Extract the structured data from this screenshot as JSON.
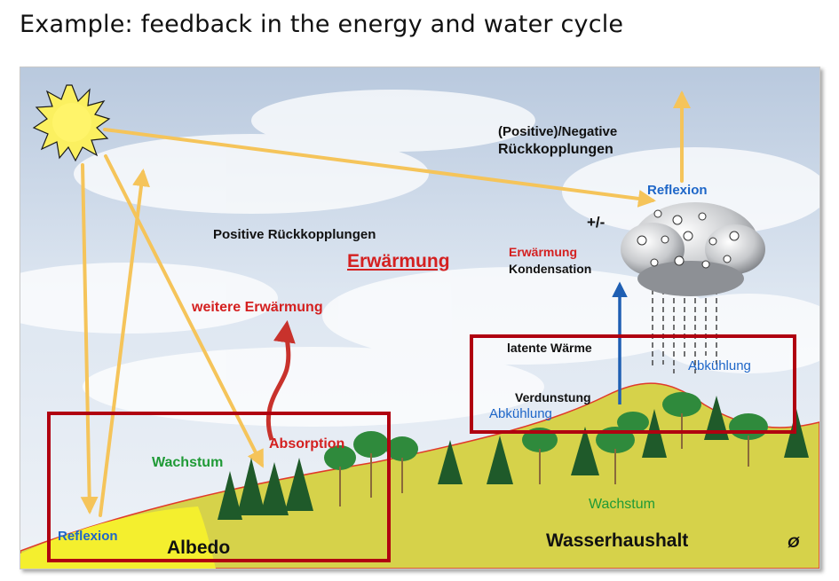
{
  "page": {
    "title": "Example: feedback in the energy and water cycle"
  },
  "labels": {
    "positive_negative_line1": "(Positive)/Negative",
    "positive_negative_line2": "Rückkopplungen",
    "reflexion_cloud": "Reflexion",
    "plus_minus": "+/-",
    "positive_feedback": "Positive Rückkopplungen",
    "erwaermung_big": "Erwärmung",
    "erwaermung_small": "Erwärmung",
    "kondensation": "Kondensation",
    "weitere_erwaermung": "weitere Erwärmung",
    "latente_waerme": "latente Wärme",
    "abkuehlung_right": "Abkühlung",
    "verdunstung": "Verdunstung",
    "abkuehlung_left": "Abkühlung",
    "absorption": "Absorption",
    "wachstum_left": "Wachstum",
    "wachstum_right": "Wachstum",
    "reflexion_ground": "Reflexion",
    "albedo": "Albedo",
    "wasserhaushalt": "Wasserhaushalt",
    "logo": "Ø"
  },
  "colors": {
    "arrow": "#f5c45a",
    "red_arrow": "#c8322c",
    "blue_arrow": "#1f5fb3",
    "highlight_box": "#b00010",
    "ground": "#d6d24a",
    "ice": "#f4ef2e"
  }
}
